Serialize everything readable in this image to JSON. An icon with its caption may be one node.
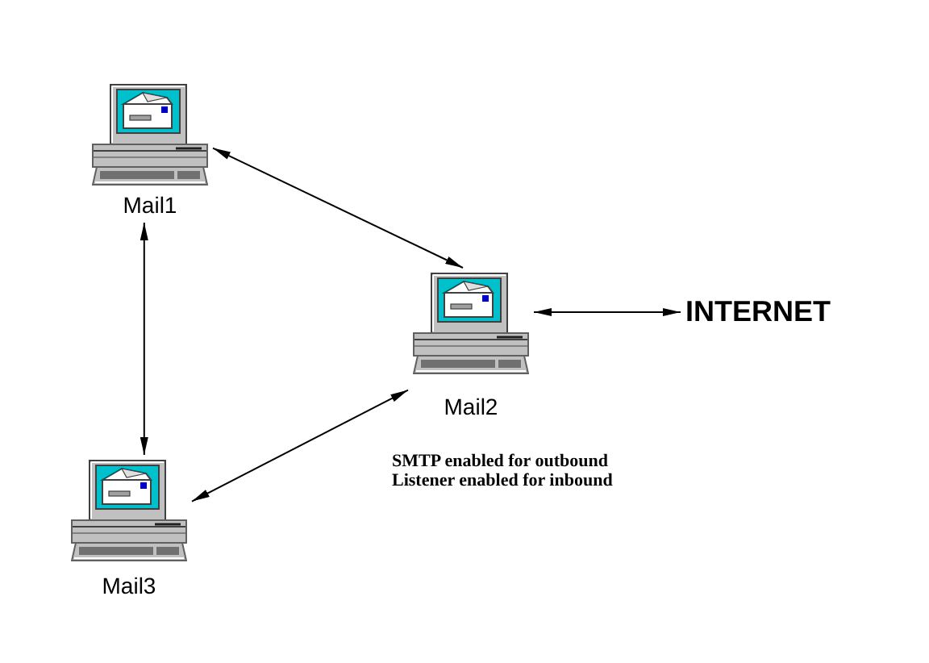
{
  "diagram": {
    "nodes": [
      {
        "text": [
          "Mail1"
        ]
      },
      {
        "text": [
          "Mail2"
        ]
      },
      {
        "text": [
          "INTERNET"
        ]
      },
      {
        "text": [
          "Mail3"
        ]
      }
    ],
    "edges": [
      {
        "from": 0,
        "to": 1,
        "arrow": "both"
      },
      {
        "from": 0,
        "to": 3,
        "arrow": "both"
      },
      {
        "from": 1,
        "to": 2,
        "arrow": "both"
      },
      {
        "from": 1,
        "to": 3,
        "arrow": "both"
      }
    ],
    "labels": [
      "SMTP enabled for outbound",
      "Listener enabled for inbound"
    ]
  }
}
